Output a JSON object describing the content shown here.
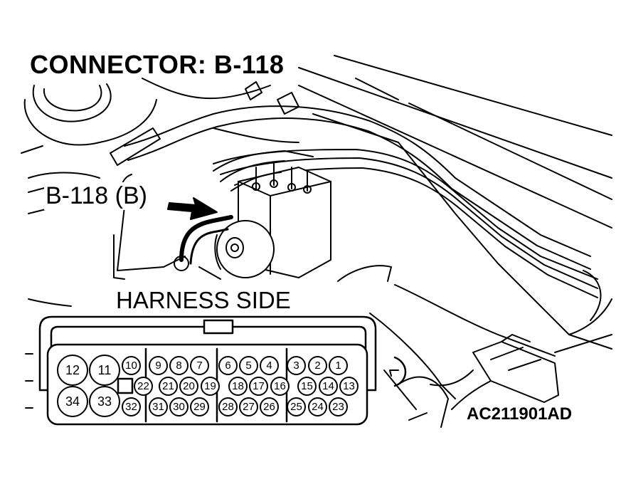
{
  "title": "CONNECTOR: B-118",
  "callout_label": "B-118 (B)",
  "view_label": "HARNESS SIDE",
  "figure_code": "AC211901AD",
  "pins": {
    "large": [
      "12",
      "11",
      "34",
      "33"
    ],
    "top_row": [
      "10",
      "9",
      "8",
      "7",
      "6",
      "5",
      "4",
      "3",
      "2",
      "1"
    ],
    "middle_row": [
      "22",
      "21",
      "20",
      "19",
      "18",
      "17",
      "16",
      "15",
      "14",
      "13"
    ],
    "bottom_row": [
      "32",
      "31",
      "30",
      "29",
      "28",
      "27",
      "26",
      "25",
      "24",
      "23"
    ]
  }
}
